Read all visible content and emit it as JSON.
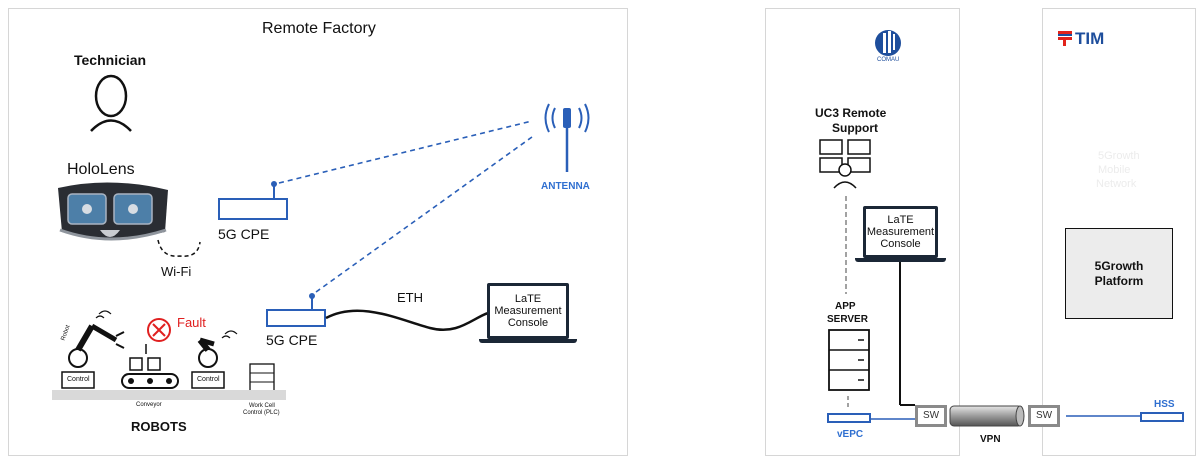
{
  "left": {
    "title": "Remote Factory",
    "technician": "Technician",
    "hololens": "HoloLens",
    "wifi": "Wi-Fi",
    "cpe_top": "5G CPE",
    "cpe_bottom": "5G CPE",
    "antenna": "ANTENNA",
    "eth": "ETH",
    "console_line1": "LaTE",
    "console_line2": "Measurement",
    "console_line3": "Console",
    "fault": "Fault",
    "robot_tag": "Robot",
    "control1": "Control",
    "conveyor": "Conveyor",
    "control2": "Control",
    "plc_line1": "Work Cell",
    "plc_line2": "Control (PLC)",
    "robots": "ROBOTS"
  },
  "right": {
    "comau": "COMAU",
    "tim": "TIM",
    "uc3_line1": "UC3 Remote",
    "uc3_line2": "Support",
    "console_line1": "LaTE",
    "console_line2": "Measurement",
    "console_line3": "Console",
    "app_line1": "APP",
    "app_line2": "SERVER",
    "platform_line1": "5Growth",
    "platform_line2": "Platform",
    "faded_line1": "5Growth",
    "faded_line2": "Mobile",
    "faded_line3": "Network",
    "sw1": "SW",
    "sw2": "SW",
    "vpn": "VPN",
    "vepc": "vEPC",
    "hss": "HSS"
  },
  "colors": {
    "accent_blue": "#2f6fd0",
    "cpe_blue": "#2a5fb8",
    "fault_red": "#e02020",
    "tim_red": "#e2231a"
  }
}
